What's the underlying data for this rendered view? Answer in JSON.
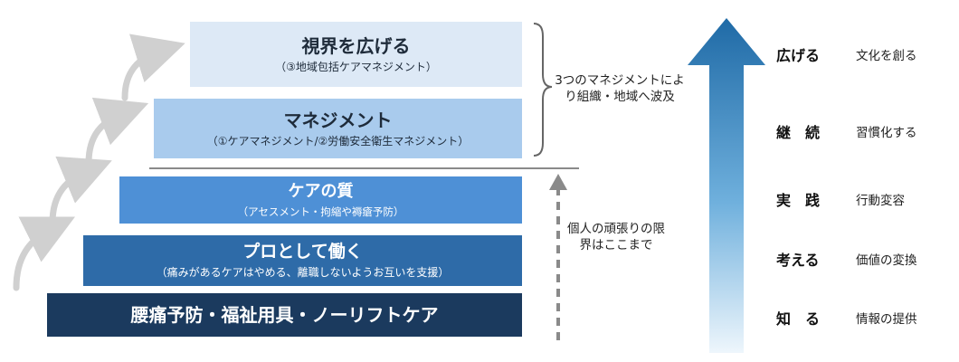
{
  "pyramid": {
    "tiers": [
      {
        "title": "腰痛予防・福祉用具・ノーリフトケア",
        "subtitle": ""
      },
      {
        "title": "プロとして働く",
        "subtitle": "（痛みがあるケアはやめる、離職しないようお互いを支援）"
      },
      {
        "title": "ケアの質",
        "subtitle": "（アセスメント・拘縮や褥瘡予防）"
      },
      {
        "title": "マネジメント",
        "subtitle": "（①ケアマネジメント/②労働安全衛生マネジメント）"
      },
      {
        "title": "視界を広げる",
        "subtitle": "（③地域包括ケアマネジメント）"
      }
    ]
  },
  "notes": {
    "upper": "3つのマネジメントにより組織・地域へ波及",
    "lower": "個人の頑張りの限界はここまで"
  },
  "levels": [
    {
      "label": "広げる",
      "desc": "文化を創る"
    },
    {
      "label": "継　続",
      "desc": "習慣化する"
    },
    {
      "label": "実　践",
      "desc": "行動変容"
    },
    {
      "label": "考える",
      "desc": "価値の変換"
    },
    {
      "label": "知　る",
      "desc": "情報の提供"
    }
  ],
  "colors": {
    "tier1": "#1b3a5e",
    "tier2": "#2e6ba8",
    "tier3": "#4e90d6",
    "tier4": "#a9cbed",
    "tier5": "#dde9f6",
    "arrow_top": "#1f6aa6",
    "arrow_bottom": "#dfeef9",
    "step_arrows": "#d0d0d0",
    "dashed_arrow": "#8a8a8a"
  },
  "icons": {
    "step_arrows": "curved-arrow-icon",
    "dashed_arrow": "dashed-up-arrow-icon",
    "big_arrow": "gradient-up-arrow-icon",
    "bracket": "right-brace-icon"
  }
}
